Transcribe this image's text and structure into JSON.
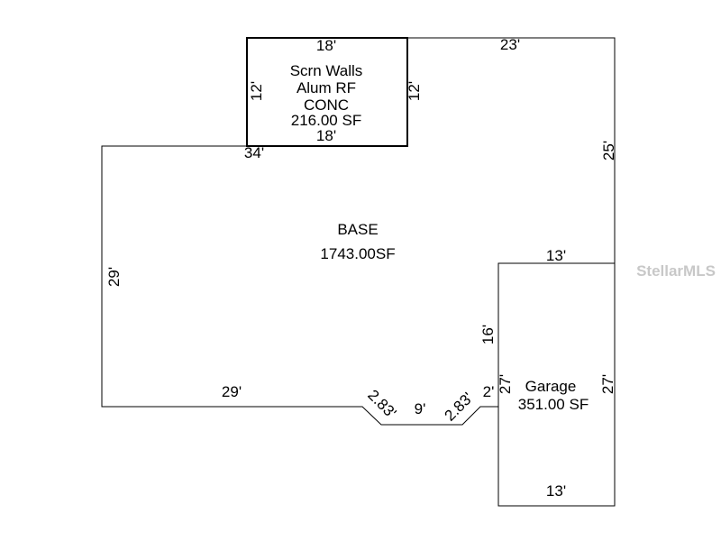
{
  "porch": {
    "lines": [
      "Scrn Walls",
      "Alum RF",
      "CONC",
      "216.00 SF"
    ],
    "dim_top": "18'",
    "dim_bottom": "18'",
    "dim_left": "12'",
    "dim_right": "12'"
  },
  "base": {
    "name": "BASE",
    "area": "1743.00SF",
    "dim_top_right": "23'",
    "dim_right_upper": "25'",
    "dim_top_left": "34'",
    "dim_left": "29'",
    "dim_bottom_left": "29'",
    "dim_bevel_left": "2.83'",
    "dim_bevel_bottom": "9'",
    "dim_bevel_right": "2.83'",
    "dim_step": "2'",
    "dim_garage_side": "16'"
  },
  "garage": {
    "name": "Garage",
    "area": "351.00 SF",
    "dim_top": "13'",
    "dim_bottom": "13'",
    "dim_left": "27'",
    "dim_right": "27'"
  },
  "watermark": "StellarMLS"
}
